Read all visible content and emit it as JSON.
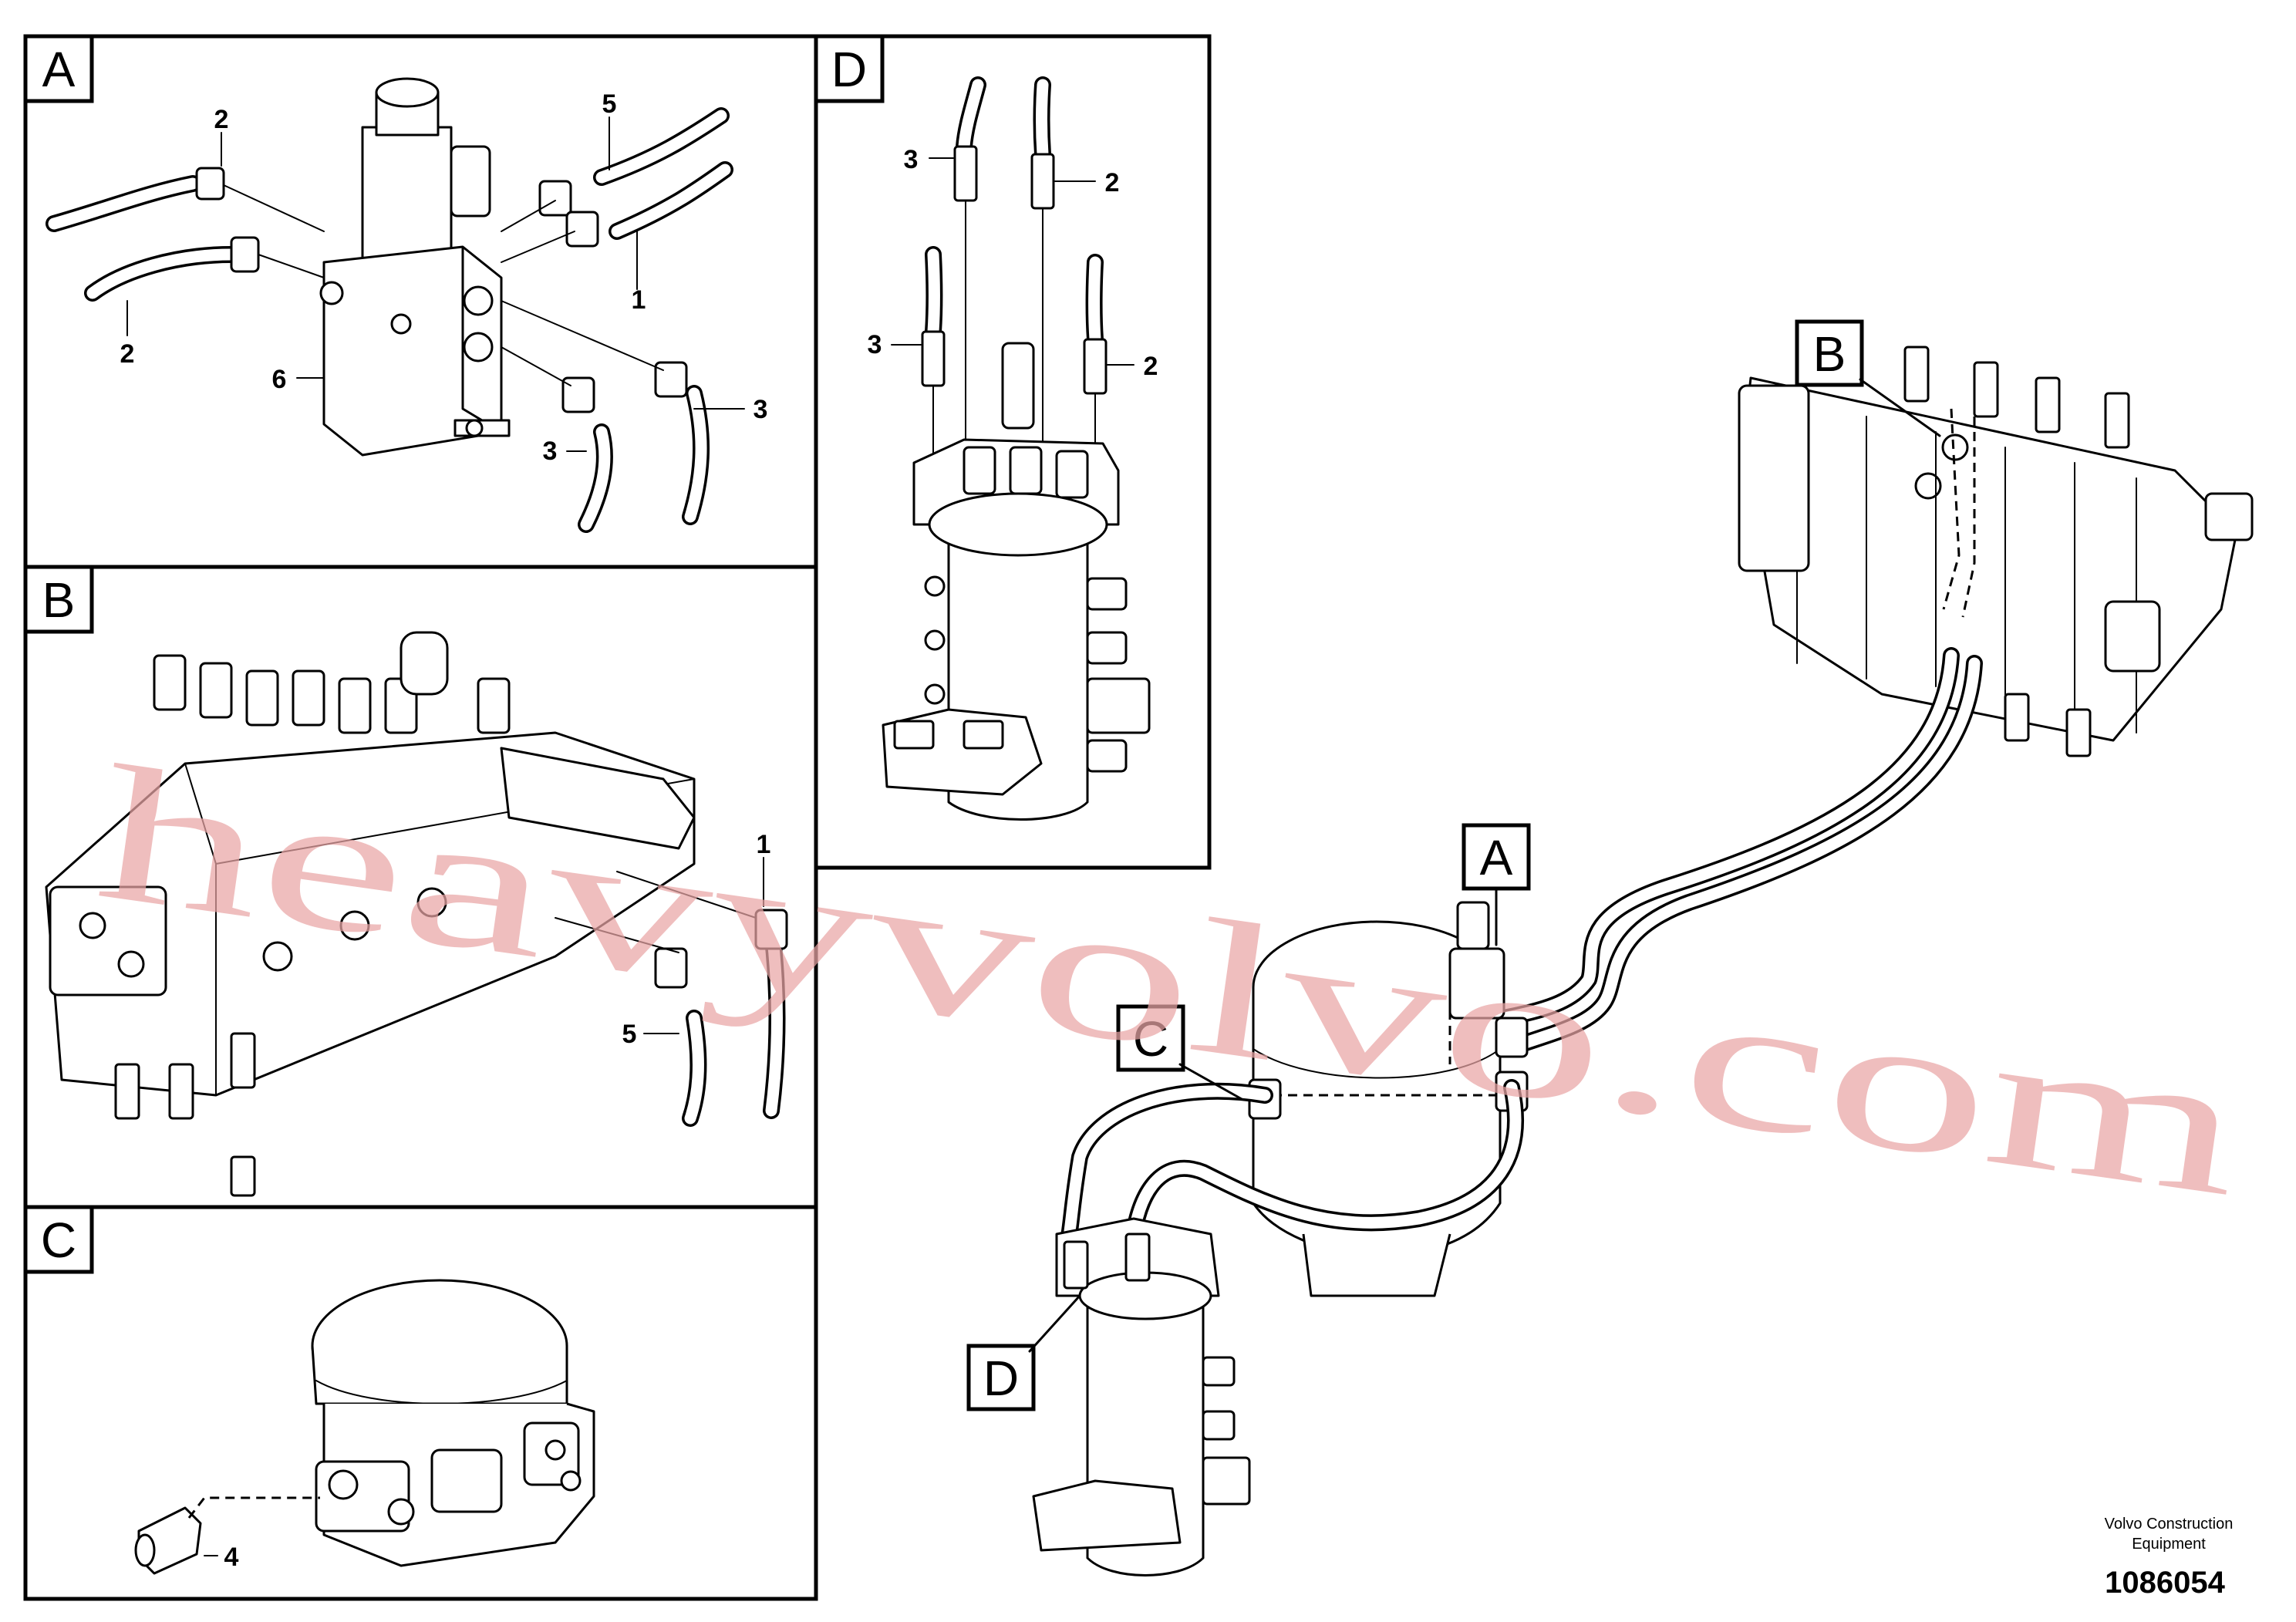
{
  "panels": {
    "A": {
      "label": "A",
      "callouts": [
        "2",
        "5",
        "1",
        "2",
        "6",
        "3",
        "3"
      ]
    },
    "B": {
      "label": "B",
      "callouts": [
        "1",
        "5"
      ]
    },
    "C": {
      "label": "C",
      "callouts": [
        "4"
      ]
    },
    "D": {
      "label": "D",
      "callouts": [
        "3",
        "2",
        "3",
        "2"
      ]
    }
  },
  "overview": {
    "labels": [
      "B",
      "A",
      "C",
      "D"
    ]
  },
  "watermark": "heavyvolvo.com",
  "credit": {
    "line1": "Volvo Construction",
    "line2": "Equipment"
  },
  "part_number": "1086054"
}
